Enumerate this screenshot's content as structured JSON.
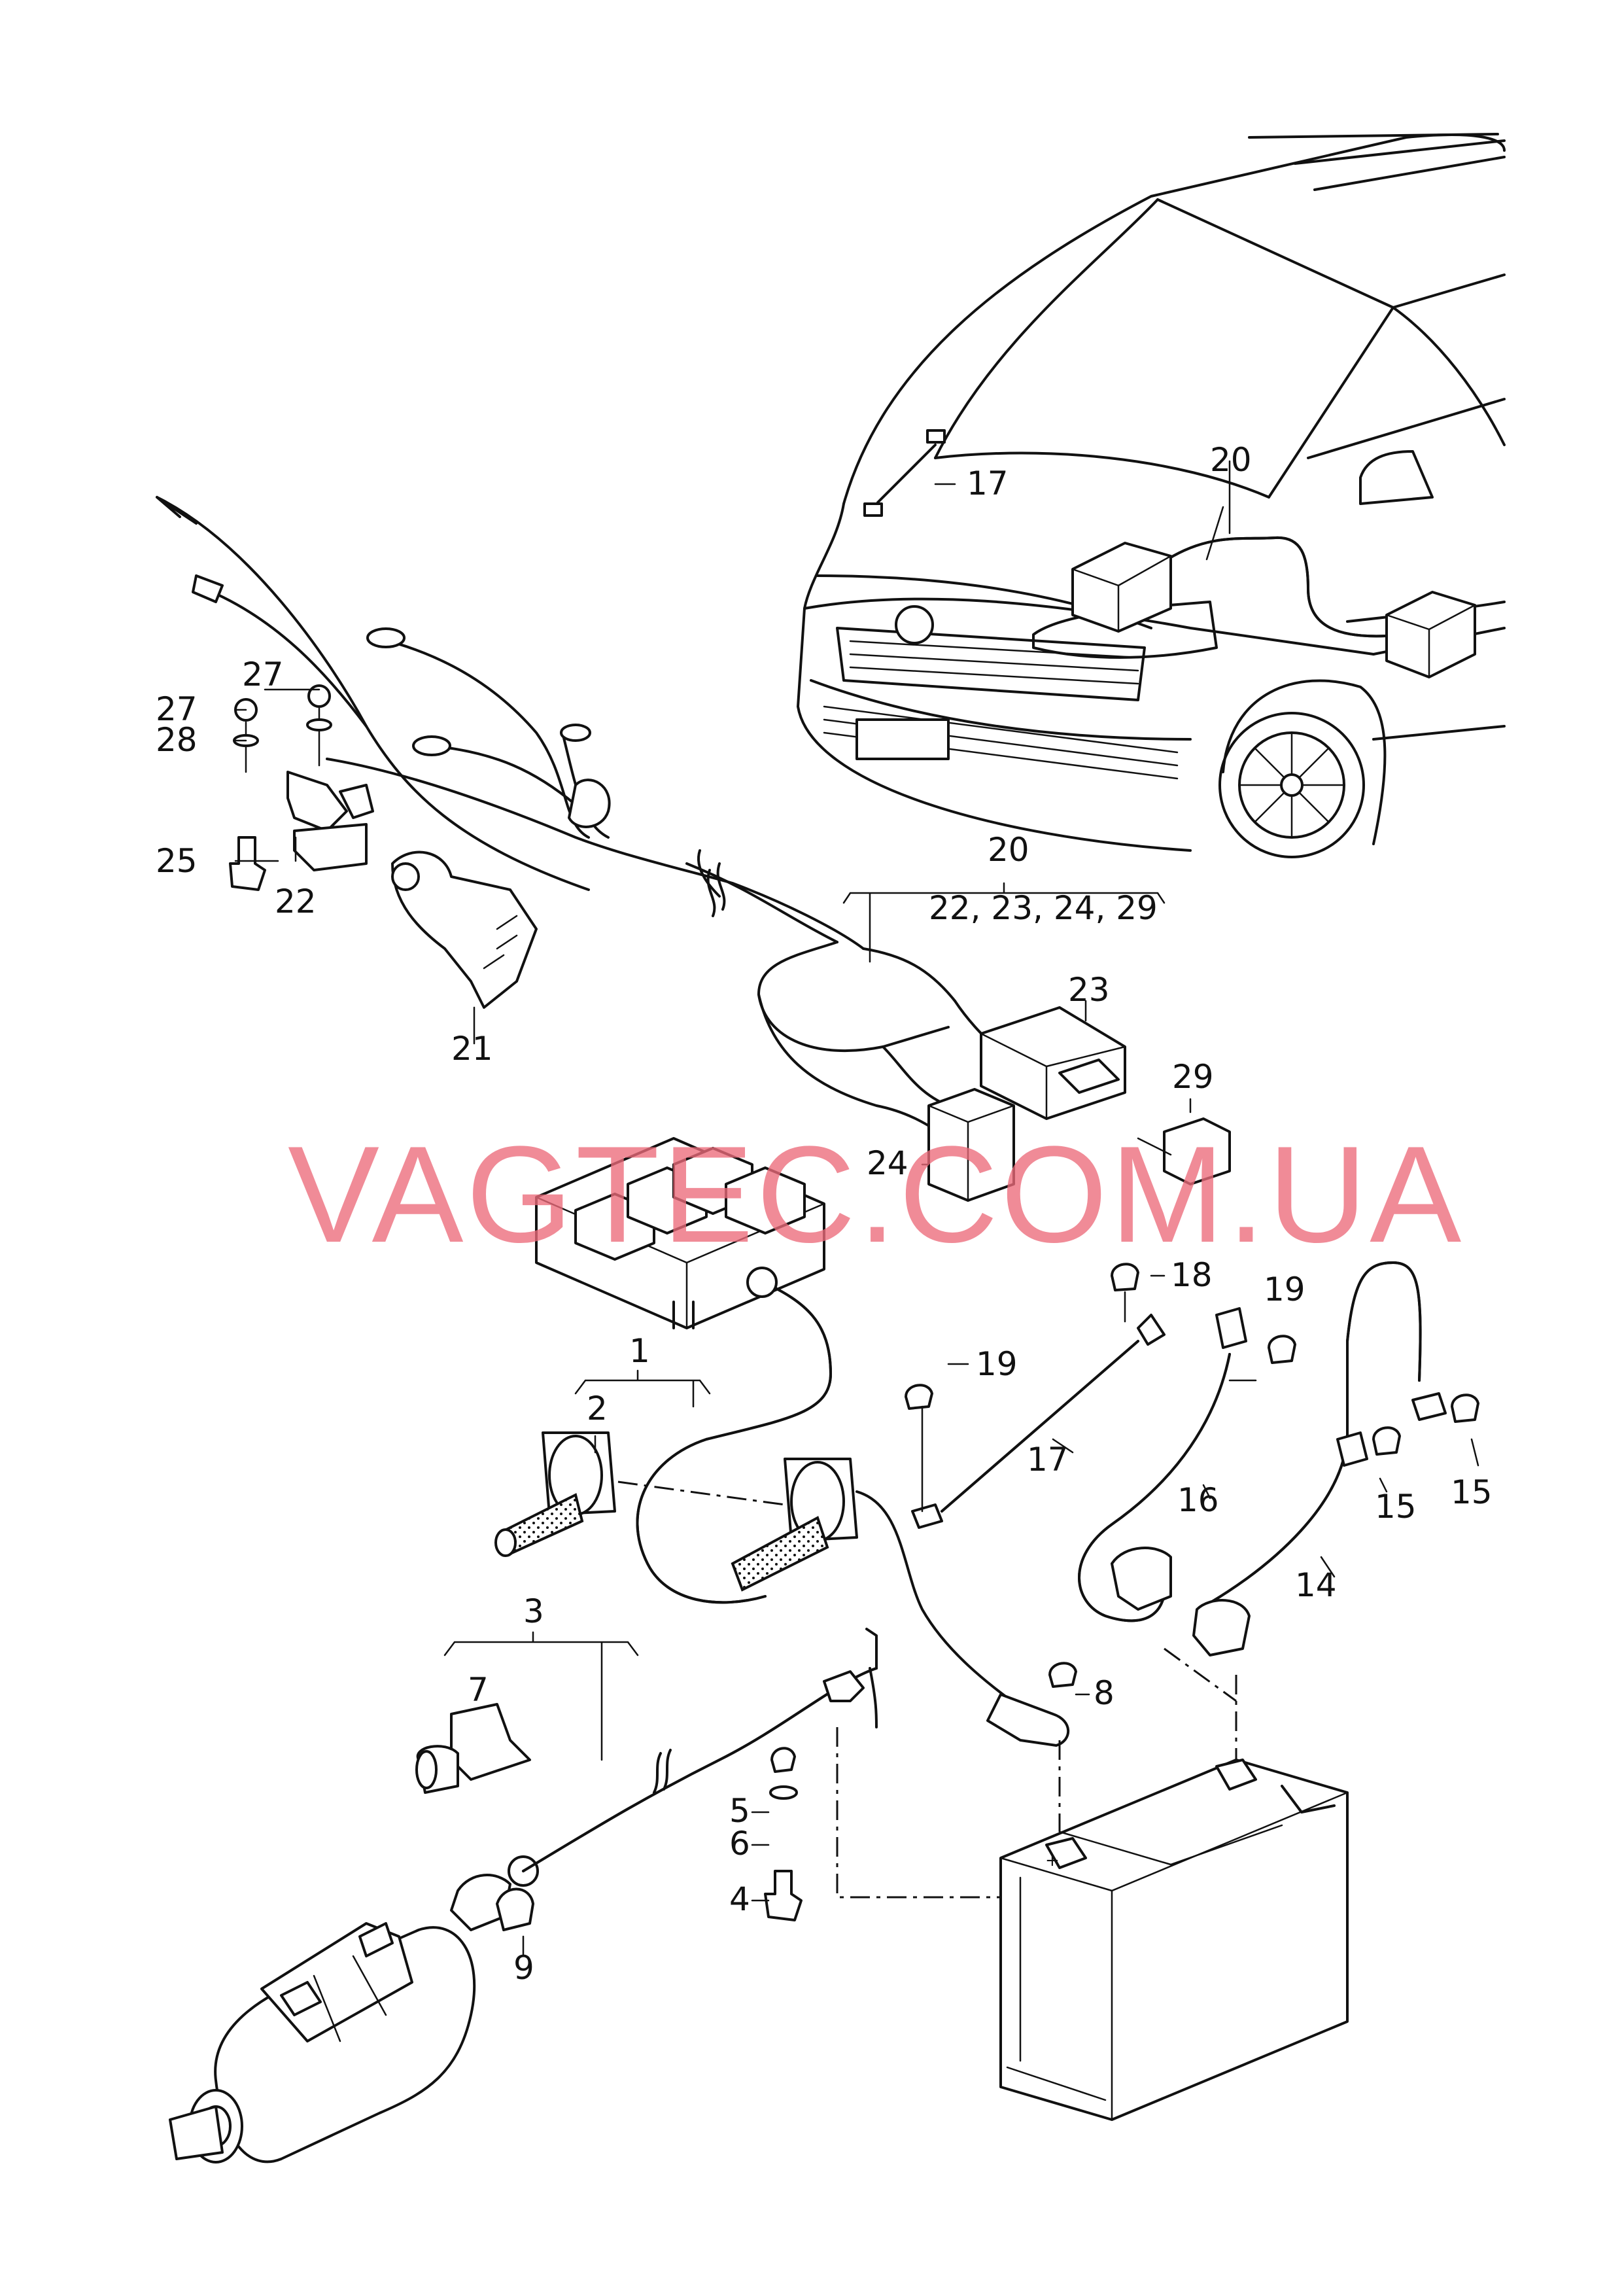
{
  "watermark": "VAGTEC.COM.UA",
  "callouts": {
    "c1": "1",
    "c2": "2",
    "c3": "3",
    "c4": "4",
    "c5": "5",
    "c6": "6",
    "c7": "7",
    "c8": "8",
    "c9": "9",
    "c14": "14",
    "c15a": "15",
    "c15b": "15",
    "c16": "16",
    "c17top": "17",
    "c17": "17",
    "c18": "18",
    "c19a": "19",
    "c19b": "19",
    "c20top": "20",
    "c20": "20",
    "c20sub": "22, 23, 24, 29",
    "c21": "21",
    "c22": "22",
    "c23": "23",
    "c24": "24",
    "c25": "25",
    "c27a": "27",
    "c27b": "27",
    "c28": "28",
    "c29": "29"
  },
  "colors": {
    "line": "#111111",
    "watermark": "#ec6b7b",
    "background": "#ffffff"
  }
}
